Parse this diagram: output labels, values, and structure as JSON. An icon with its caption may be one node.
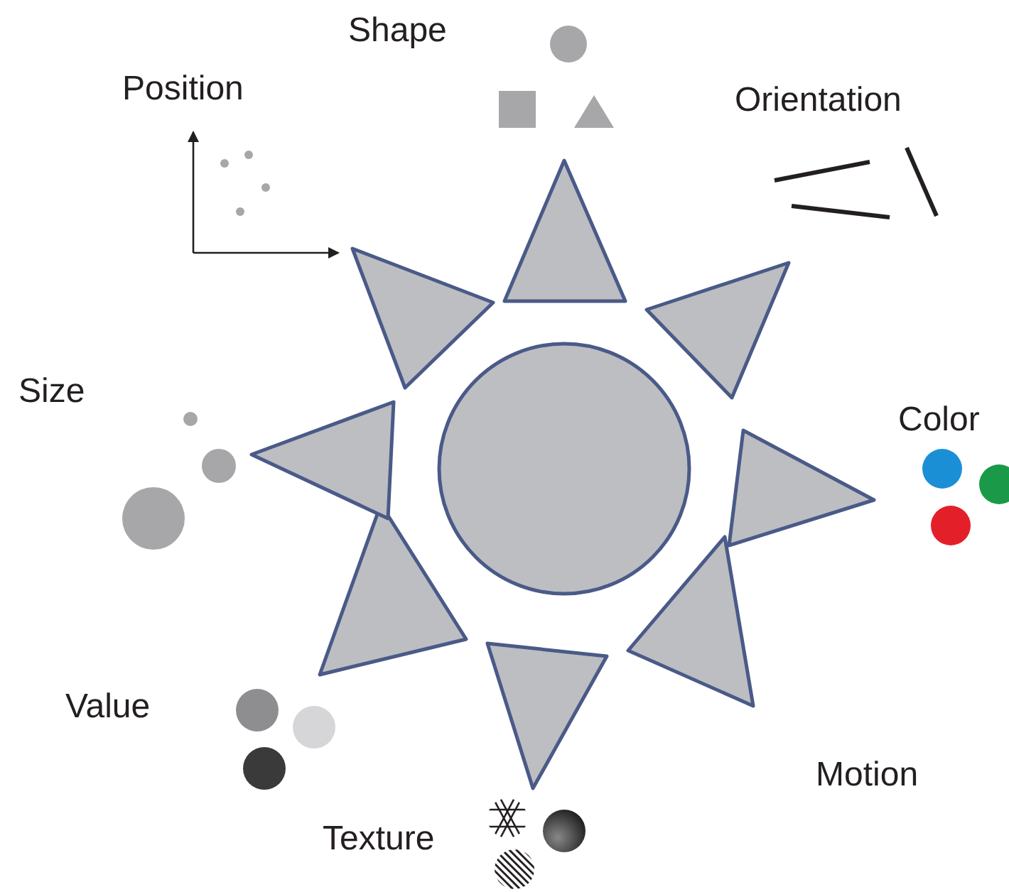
{
  "diagram": {
    "labels": [
      "Shape",
      "Position",
      "Orientation",
      "Size",
      "Color",
      "Value",
      "Motion",
      "Texture"
    ]
  }
}
